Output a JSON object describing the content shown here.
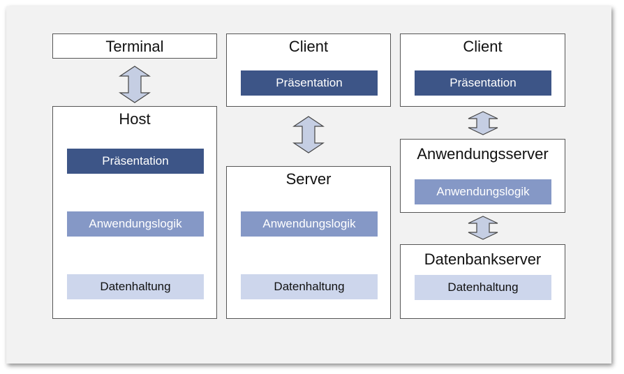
{
  "columns": [
    {
      "top_box": {
        "title": "Terminal"
      },
      "bottom_box": {
        "title": "Host",
        "layers": [
          "Präsentation",
          "Anwendungslogik",
          "Datenhaltung"
        ]
      }
    },
    {
      "top_box": {
        "title": "Client",
        "layers": [
          "Präsentation"
        ]
      },
      "bottom_box": {
        "title": "Server",
        "layers": [
          "Anwendungslogik",
          "Datenhaltung"
        ]
      }
    },
    {
      "top_box": {
        "title": "Client",
        "layers": [
          "Präsentation"
        ]
      },
      "middle_box": {
        "title": "Anwendungsserver",
        "layers": [
          "Anwendungslogik"
        ]
      },
      "bottom_box": {
        "title": "Datenbankserver",
        "layers": [
          "Datenhaltung"
        ]
      }
    }
  ],
  "colors": {
    "presentation": "#3d5587",
    "logic": "#8598c6",
    "data": "#cdd6ec",
    "arrow_fill": "#c5cee3",
    "border": "#555555"
  },
  "icons": [
    "double-arrow-icon"
  ]
}
